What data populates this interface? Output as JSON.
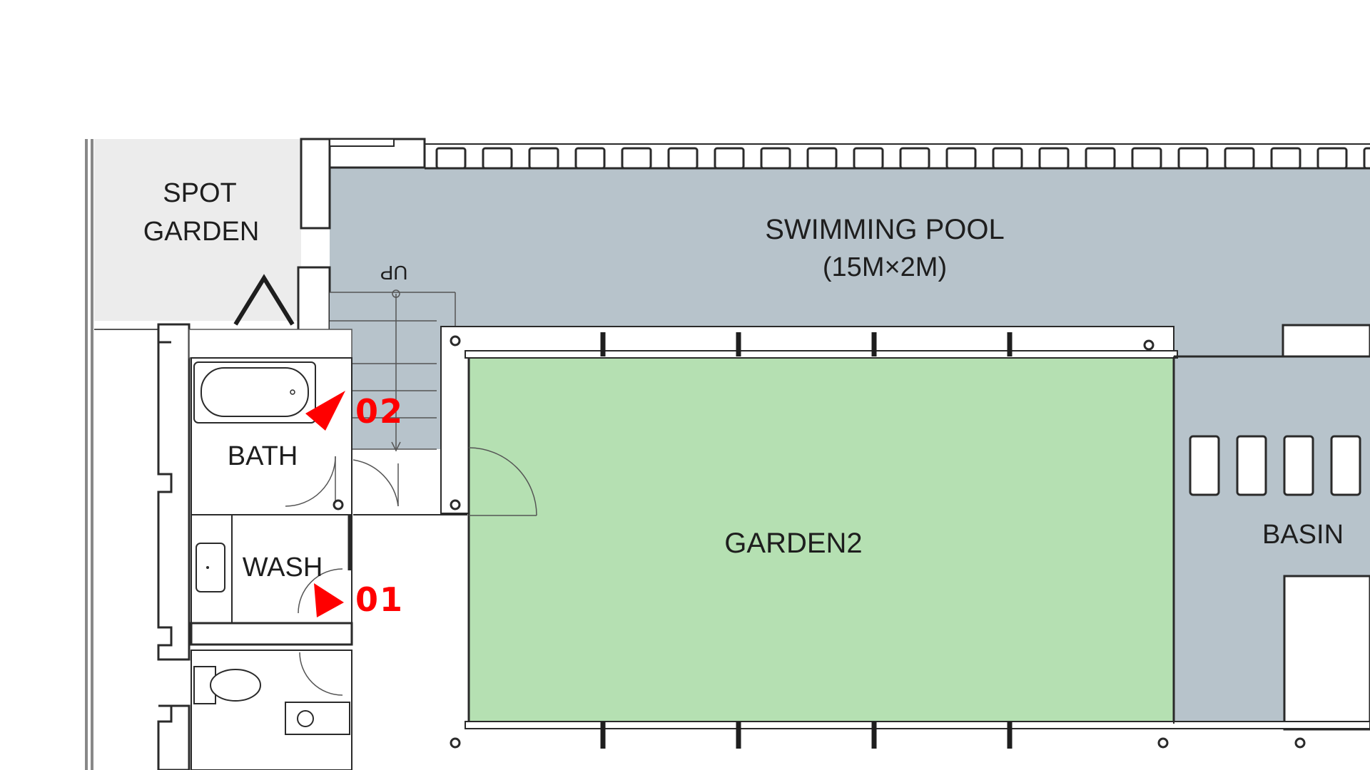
{
  "rooms": {
    "spot_garden_line1": "SPOT",
    "spot_garden_line2": "GARDEN",
    "pool_name": "SWIMMING POOL",
    "pool_size": "(15M×2M)",
    "stair_label": "UP",
    "bath": "BATH",
    "wash": "WASH",
    "garden2": "GARDEN2",
    "basin": "BASIN"
  },
  "markers": {
    "m01": "01",
    "m02": "02"
  },
  "colors": {
    "pool": "#b7c3cb",
    "garden": "#b5e0b2",
    "spot_garden": "#ececec",
    "marker": "#ff0000",
    "wall": "#2a2a2a"
  }
}
